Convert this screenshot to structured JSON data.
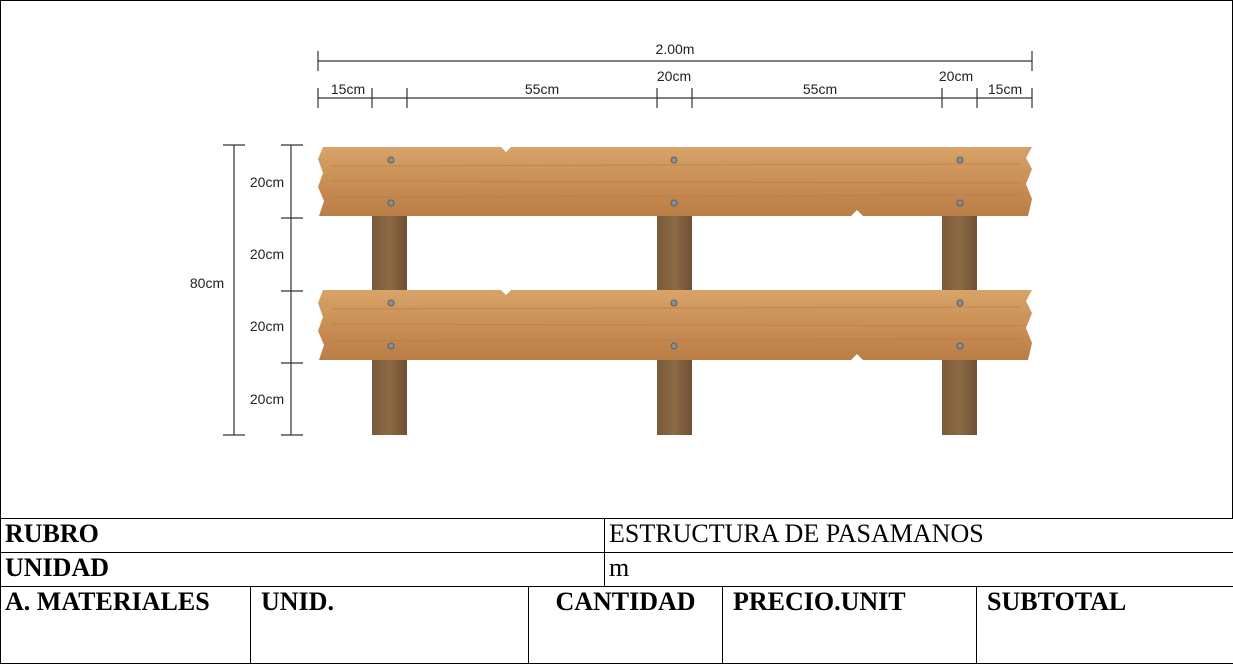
{
  "figure": {
    "dimensions": {
      "total_width": "2.00m",
      "segments": [
        "15cm",
        "55cm",
        "20cm",
        "55cm",
        "20cm",
        "15cm"
      ],
      "total_height": "80cm",
      "heights": [
        "20cm",
        "20cm",
        "20cm",
        "20cm"
      ]
    }
  },
  "table": {
    "rubro_label": "RUBRO",
    "rubro_value": "ESTRUCTURA DE PASAMANOS",
    "unidad_label": "UNIDAD",
    "unidad_value": "m",
    "headers": [
      "A. MATERIALES",
      "UNID.",
      "CANTIDAD",
      "PRECIO.UNIT",
      "SUBTOTAL"
    ]
  }
}
